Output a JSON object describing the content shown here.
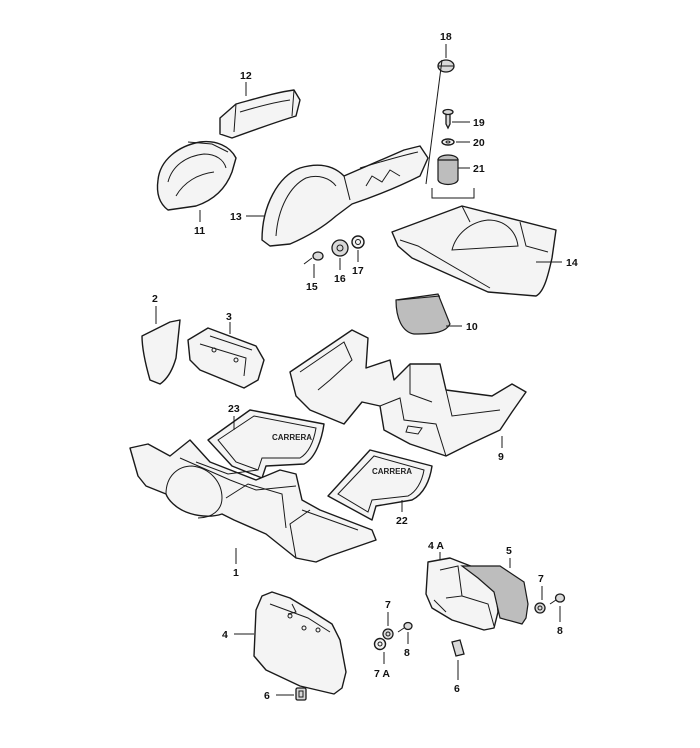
{
  "diagram": {
    "labels": {
      "p1": "1",
      "p2": "2",
      "p3": "3",
      "p4a_left": "4",
      "p4a_right": "4 A",
      "p5": "5",
      "p6_left": "6",
      "p6_right": "6",
      "p7_mid": "7",
      "p7a": "7 A",
      "p7_right": "7",
      "p8_mid": "8",
      "p8_right": "8",
      "p9": "9",
      "p10": "10",
      "p11": "11",
      "p12": "12",
      "p13": "13",
      "p14": "14",
      "p15": "15",
      "p16": "16",
      "p17": "17",
      "p18": "18",
      "p19": "19",
      "p20": "20",
      "p21": "21",
      "p22": "22",
      "p23": "23"
    },
    "mat_emblem": "CARRERA"
  }
}
